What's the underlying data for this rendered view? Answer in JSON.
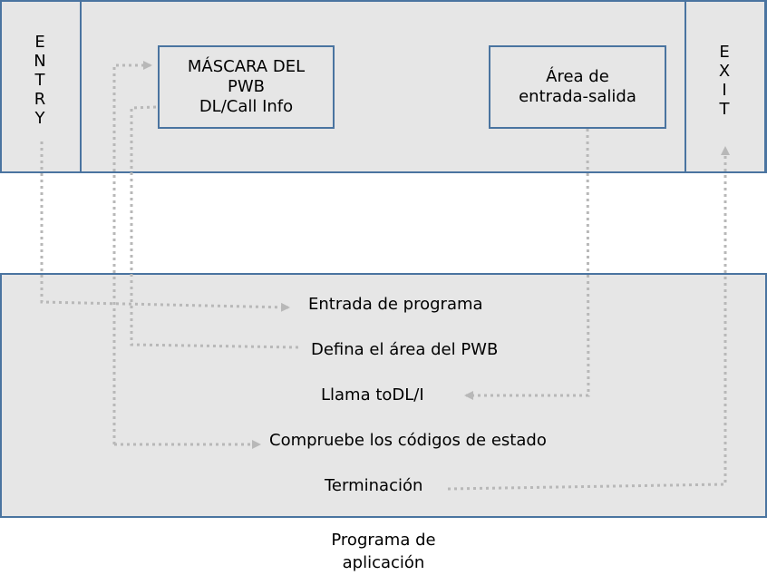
{
  "top_region": {
    "entry_label": "E\nN\nT\nR\nY",
    "exit_label": "E\nX\nI\nT",
    "pcb_mask_box": "MÁSCARA DEL\nPWB\nDL/Call Info",
    "io_area_box": "Área de\nentrada-salida"
  },
  "program": {
    "steps": [
      "Entrada de programa",
      "Defina el área del PWB",
      "Llama toDL/I",
      "Compruebe los códigos de estado",
      "Terminación"
    ],
    "caption": "Programa de\naplicación"
  },
  "colors": {
    "border": "#4a74a0",
    "panel_fill": "#e6e6e6",
    "arrow": "#b8b8b8"
  }
}
